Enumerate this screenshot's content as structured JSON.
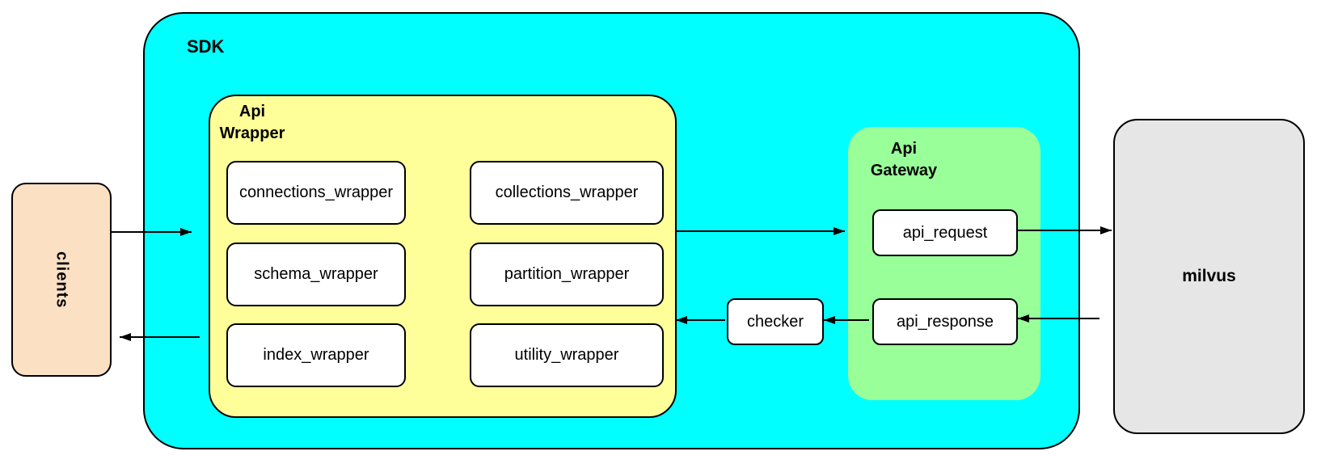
{
  "colors": {
    "canvas-bg": "#FFFFFF",
    "clients-fill": "#FCE0C3",
    "sdk-fill": "#00FFFF",
    "wrapper-fill": "#FFFF99",
    "gateway-fill": "#99FF99",
    "milvus-fill": "#E6E6E6",
    "node-fill": "#FFFFFF",
    "stroke": "#000000"
  },
  "nodes": {
    "clients": {
      "label": "clients"
    },
    "sdk": {
      "label": "SDK"
    },
    "api_wrapper": {
      "label": "Api\nWrapper"
    },
    "checker": {
      "label": "checker"
    },
    "api_gateway": {
      "label": "Api\nGateway"
    },
    "api_request": {
      "label": "api_request"
    },
    "api_response": {
      "label": "api_response"
    },
    "milvus": {
      "label": "milvus"
    }
  },
  "wrappers": [
    {
      "label": "connections_wrapper"
    },
    {
      "label": "collections_wrapper"
    },
    {
      "label": "schema_wrapper"
    },
    {
      "label": "partition_wrapper"
    },
    {
      "label": "index_wrapper"
    },
    {
      "label": "utility_wrapper"
    }
  ],
  "edges": [
    {
      "from": "clients",
      "to": "sdk"
    },
    {
      "from": "api_wrapper",
      "to": "api_request"
    },
    {
      "from": "api_request",
      "to": "milvus"
    },
    {
      "from": "milvus",
      "to": "api_response"
    },
    {
      "from": "api_response",
      "to": "checker"
    },
    {
      "from": "checker",
      "to": "api_wrapper"
    },
    {
      "from": "sdk",
      "to": "clients"
    }
  ]
}
